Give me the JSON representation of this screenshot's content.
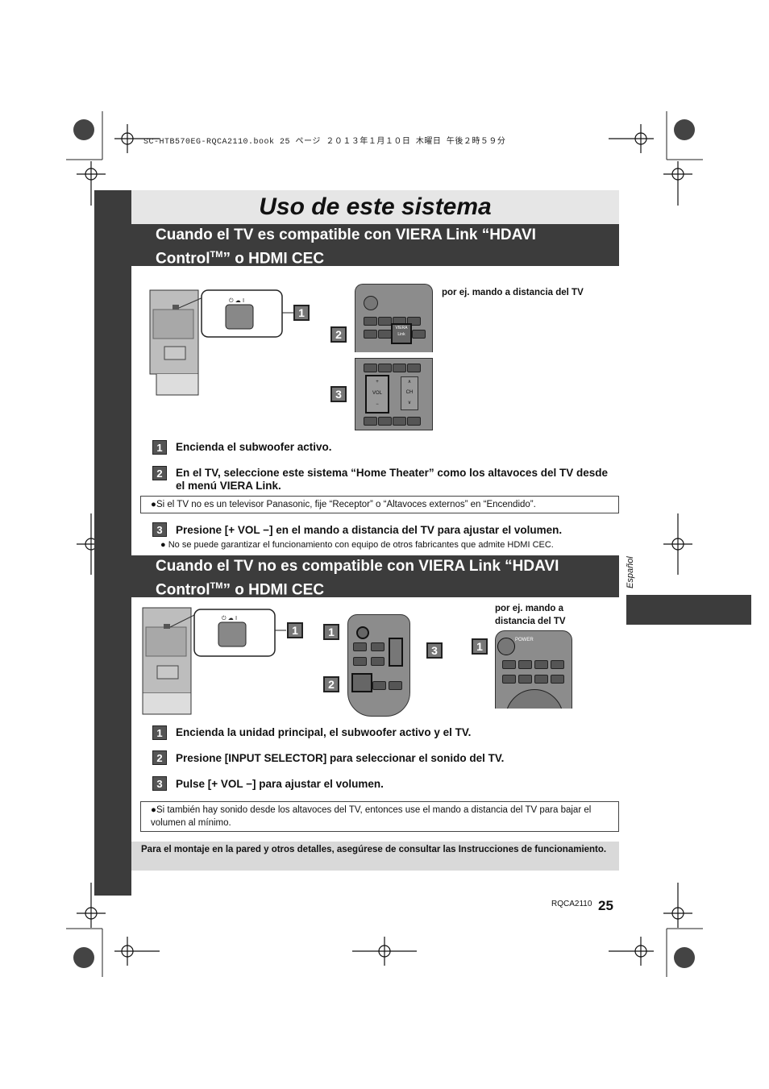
{
  "header": {
    "text": "SC-HTB570EG-RQCA2110.book  25 ページ  ２０１３年１月１０日  木曜日  午後２時５９分"
  },
  "title": "Uso de este sistema",
  "section1": {
    "heading_line1": "Cuando el TV es compatible con VIERA Link “HDAVI",
    "heading_pre": "Control",
    "heading_sup": "TM",
    "heading_post": "” o HDMI CEC",
    "caption": "por ej. mando a distancia del TV",
    "diagram_labels": {
      "viera": "VIERA",
      "link": "Link",
      "vol": "VOL",
      "ch": "CH",
      "plus": "+",
      "minus": "−"
    },
    "steps": [
      {
        "num": "1",
        "text": "Encienda el subwoofer activo."
      },
      {
        "num": "2",
        "text": "En el TV, seleccione este sistema “Home Theater” como los altavoces del TV desde el menú VIERA Link."
      },
      {
        "num": "3",
        "text": "Presione [+ VOL −] en el mando a distancia del TV para ajustar el volumen."
      }
    ],
    "note_box": "●Si el TV no es un televisor Panasonic, fije “Receptor” o “Altavoces externos” en “Encendido”.",
    "bullet": "● No se puede garantizar el funcionamiento con equipo de otros fabricantes que admite HDMI CEC."
  },
  "section2": {
    "heading_line1": "Cuando el TV no es compatible con VIERA Link “HDAVI",
    "heading_pre": "Control",
    "heading_sup": "TM",
    "heading_post": "” o HDMI CEC",
    "caption_line1": "por ej. mando a",
    "caption_line2": "distancia del TV",
    "diagram_labels": {
      "power": "POWER"
    },
    "steps": [
      {
        "num": "1",
        "text": "Encienda la unidad principal, el subwoofer activo y el TV."
      },
      {
        "num": "2",
        "text": "Presione [INPUT SELECTOR] para seleccionar el sonido del TV."
      },
      {
        "num": "3",
        "text": "Pulse [+ VOL −] para ajustar el volumen."
      }
    ],
    "note_box": "●Si también hay sonido desde los altavoces del TV, entonces use el mando a distancia del TV para bajar el volumen al mínimo."
  },
  "wall_note": "Para el montaje en la pared y otros detalles, asegúrese de consultar las Instrucciones de funcionamiento.",
  "language_tab": "Español",
  "footer": {
    "code": "RQCA2110",
    "page": "25"
  }
}
